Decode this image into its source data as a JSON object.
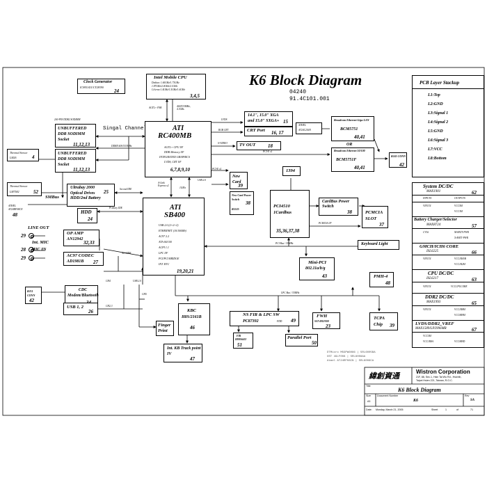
{
  "title": "K6 Block Diagram",
  "doc_no_1": "04240",
  "doc_no_2": "91.4C101.001",
  "blocks": {
    "clock": {
      "name": "Clock Generator",
      "part": "ICS951411/CY28390",
      "pages": "24"
    },
    "cpu": {
      "name": "Intel Mobile CPU",
      "lines": [
        "Dothan: 1.60GHz/1.73GHz",
        "1.87GHz/2.0GHz/2.1GHz",
        "Celeron:1.4GHz/1.5GHz/1.6GHz"
      ],
      "pages": "3,4,5"
    },
    "sodimm_label": "200-PIN DDR2 SODIMM",
    "sodimm1": {
      "name": "UNBUFFERED DDR SODIMM Socket",
      "pages": "11,12,13"
    },
    "sodimm2": {
      "name": "UNBUFFERED DDR SODIMM Socket",
      "pages": "11,12,13"
    },
    "singal_channel": "Singal Channel",
    "thermal1": {
      "name": "Thermal Sensor",
      "part": "LM26",
      "pages": "4"
    },
    "nb": {
      "name1": "ATI",
      "name2": "RC400MB",
      "lines": [
        "AGTL+ CPU I/F",
        "DDR Memory I/F",
        "INTEGRATED GRAPHICS",
        "LVDS, CRT I/F"
      ],
      "pages": "6,7,8,9,10"
    },
    "lcd": {
      "name": "14.1\", 15.0\" XGA and 15.0\" SXGA+",
      "pages": "15"
    },
    "crt": {
      "name": "CRT Port",
      "pages": "16, 17"
    },
    "tvout": {
      "name": "TV OUT",
      "pages": "18"
    },
    "lan_phy": {
      "name": "ATHEL",
      "part": "AT24C256N"
    },
    "lan1": {
      "name": "Broadcom Ethernet Giga LAN",
      "part": "BCM5751",
      "pages": "40,41"
    },
    "or": "OR",
    "lan2": {
      "name": "Broadcom Ethernet 10/100",
      "part": "BCM5751F",
      "pages": "40,41"
    },
    "rj45": {
      "name": "RJ45 CONN",
      "pages": "42"
    },
    "thermal2": {
      "name": "Thermal Sensor",
      "part": "LM7582",
      "pages": "52"
    },
    "smbus": "SMBus",
    "athel2": {
      "name": "ATHEL",
      "part": "AT24RF08CN",
      "pages": "48"
    },
    "ultrabay": {
      "name": "Ultrabay 2000 Optical Drives HDD/2nd Battery",
      "pages": "25"
    },
    "hdd": {
      "name": "HDD",
      "pages": "24"
    },
    "sb": {
      "name1": "ATI",
      "name2": "SB400",
      "lines": [
        "USB 2.0 (2+2+2)",
        "ETHERNET (10/100Mb)",
        "AC97 2.2",
        "ATA 66/100",
        "ACPI 1.1",
        "LPC I/F",
        "PCI/PCI BRIDGE",
        "INT. RTC"
      ],
      "pages": "19,20,21"
    },
    "newcard": {
      "name": "New Card",
      "pages": "39"
    },
    "newcard_sw": {
      "name": "New Card Power Switch",
      "part": "R5535",
      "pages": "38"
    },
    "ic1394": {
      "name": "1394"
    },
    "cardbus_ctrl": {
      "name": "PCI4510 1Cardbus",
      "pages": "35,36,37,38"
    },
    "cardbus_sw": {
      "name": "CardBus Power Switch",
      "pages": "38"
    },
    "pcmcia": {
      "name": "PCMCIA SLOT",
      "pages": "37"
    },
    "lineout": {
      "name": "LINE OUT",
      "pages": "29"
    },
    "intmic": {
      "name": "Int. MIC",
      "pages": "28"
    },
    "micin": {
      "name": "MIC IN",
      "pages": "29"
    },
    "opamp": {
      "name": "OP AMP",
      "part": "AN12942",
      "pages": "32,33"
    },
    "codec": {
      "name": "AC97 CODEC",
      "part": "AD1981B",
      "pages": "27"
    },
    "rj11": {
      "name": "RJ11 CONN",
      "pages": "42"
    },
    "cdc": {
      "name": "CDC Modem/Bluetooth",
      "pages": "34"
    },
    "usb": {
      "name": "USB 1, 2",
      "pages": "26"
    },
    "finger": {
      "name": "Finger Print"
    },
    "kbc": {
      "name": "KBC",
      "part": "H8S/2161B",
      "pages": "46"
    },
    "intkb": {
      "name": "Int. KB Track point IV",
      "pages": "47"
    },
    "nsfir": {
      "name": "NS FIR & LPC SW",
      "part": "PC87392",
      "pages": "49"
    },
    "fir": {
      "name": "FIR",
      "part": "IRMS6452",
      "pages": "51"
    },
    "fwh": {
      "name": "FWH",
      "part": "SST-49LF008",
      "pages": "23"
    },
    "parallel": {
      "name": "Parallel Port",
      "pages": "50"
    },
    "minipci": {
      "name": "Mini-PCI",
      "part": "802.11a/b/g",
      "pages": "43"
    },
    "kblight": {
      "name": "Keyboard Light"
    },
    "pmh": {
      "name": "PMH-4",
      "pages": "48"
    },
    "tcpa": {
      "name": "TCPA Chip",
      "pages": "39"
    }
  },
  "signals": {
    "agtl": "AGTL+ FSB",
    "fsb_speed": "400/533MHz, 4.3GBs",
    "ddr_speed": "DDRII 400/533MHz",
    "lvds": "LVDS",
    "rgb": "RGB CRT",
    "svideo": "S-VIDEO",
    "pcie1": "PCI-E x1",
    "pcie_x1": "PCI-E x1",
    "usb20": "USB 2.0",
    "alink": "A-Link Express x2",
    "gbs": "1GB/s",
    "second_ide": "Second IDE",
    "primary_ide": "Primary IDE",
    "ac_link": "AC LINK",
    "pci_bus": "PCI Bus / 33MHz",
    "pcmcia_if": "PCMCIA I/F",
    "lpc_bus": "LPC Bus / 33MHz",
    "ch4": "CH4",
    "ch5": "CH5",
    "ch23": "CH2,3",
    "fdd": "FDD"
  },
  "pcb_stack": {
    "title": "PCB Layer Stackup",
    "layers": [
      "L1:Top",
      "L2:GND",
      "L3:Signal 1",
      "L4:Signal 2",
      "L5:GND",
      "L6:Signal 3",
      "L7:VCC",
      "L8:Bottom"
    ]
  },
  "power": [
    {
      "title": "System DC/DC",
      "part": "MAX1901",
      "pages": "62",
      "rows": [
        [
          "INPUTS",
          "OUTPUTS"
        ],
        [
          "VIN1T4",
          "VCC5M"
        ],
        [
          "",
          "VCC3M"
        ]
      ]
    },
    {
      "title": "Battery Charger/Selector",
      "part": "MAX8724",
      "pages": "57",
      "rows": [
        [
          "CV16",
          "M-BATT-PWR"
        ],
        [
          "",
          "X-BATT-PWR"
        ]
      ]
    },
    {
      "title": "GMCH/ICH6 CORE",
      "part": "ISL6225",
      "pages": "66",
      "rows": [
        [
          "VIN1T4",
          "VCC1R05B"
        ],
        [
          "",
          "VCC1R2M"
        ]
      ]
    },
    {
      "title": "CPU DC/DC",
      "part": "ISL6217",
      "pages": "63",
      "rows": [
        [
          "VIN1T4",
          "VCCCPUCORE"
        ]
      ]
    },
    {
      "title": "DDR2 DC/DC",
      "part": "MAX1993",
      "pages": "65",
      "rows": [
        [
          "VIN1T4",
          "VCC1R8M"
        ],
        [
          "",
          "VCC0R9M"
        ]
      ]
    },
    {
      "title": "LVDS/DDR2_VREF",
      "part": "MAX1589/LP2996MR",
      "pages": "67",
      "rows": [
        [
          "VCC5M",
          ""
        ],
        [
          "VCC1R8A",
          "VCC0R9D"
        ]
      ]
    }
  ],
  "parts_note": [
    "DTMicro   M5GPW6086   |   5RL6005BA",
    "OST       49LF008     |   5RL8008AA",
    "Atmel     AT24RF08CN  |   5RL6006CA"
  ],
  "title_block": {
    "logo": "緯創資通",
    "company": "Wistron Corporation",
    "address1": "21F, 88, Sec.1, Hsin Tai Wu Rd., Hsichih,",
    "address2": "Taipei Hsien 221, Taiwan, R.O.C.",
    "title_label": "Title",
    "title": "K6 Block Diagram",
    "size_label": "Size",
    "size": "A3",
    "docnum_label": "Document Number",
    "docnum": "K6",
    "rev_label": "Rev",
    "rev": "SA",
    "date_label": "Date:",
    "date": "Monday, March 21, 2005",
    "sheet_label": "Sheet",
    "sheet": "1",
    "of_label": "of",
    "sheet_total": "71"
  }
}
